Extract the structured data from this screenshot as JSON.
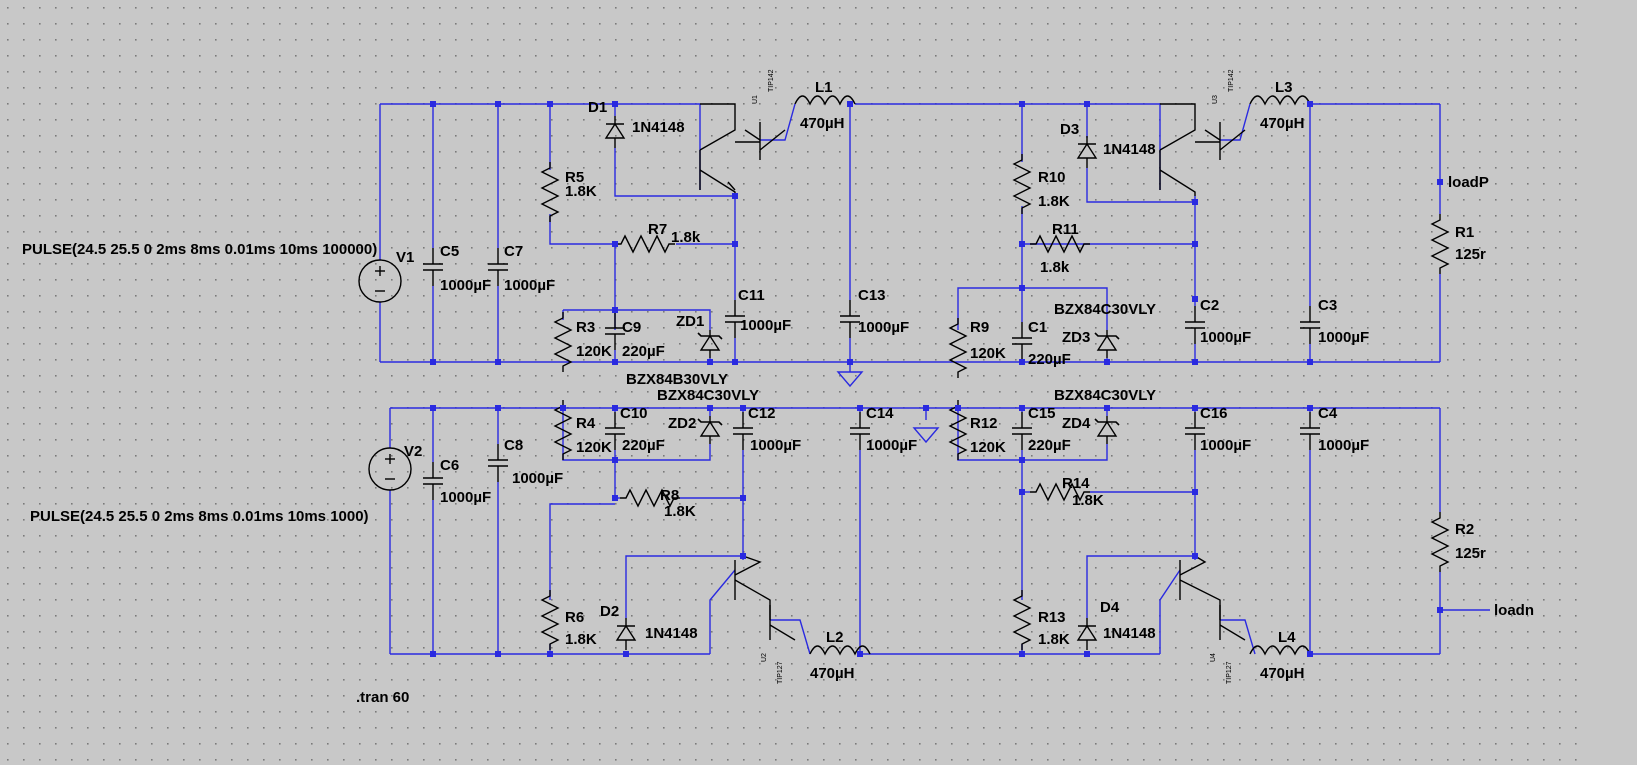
{
  "colors": {
    "background": "#c8c8c8",
    "grid_dot": "#7a7a7a",
    "wire": "#2a2ae0",
    "junction": "#2a2ae0",
    "text": "#000000"
  },
  "sources": {
    "v1": {
      "name": "V1",
      "value": "PULSE(24.5 25.5 0 2ms 8ms 0.01ms 10ms 100000)"
    },
    "v2": {
      "name": "V2",
      "value": "PULSE(24.5 25.5 0 2ms 8ms 0.01ms 10ms 1000)"
    }
  },
  "directive": ".tran 60",
  "labels": {
    "c5": "C5",
    "c5v": "1000µF",
    "c7": "C7",
    "c7v": "1000µF",
    "c6": "C6",
    "c6v": "1000µF",
    "c8": "C8",
    "c8v": "1000µF",
    "d1": "D1",
    "d1v": "1N4148",
    "d2": "D2",
    "d2v": "1N4148",
    "d3": "D3",
    "d3v": "1N4148",
    "d4": "D4",
    "d4v": "1N4148",
    "r5": "R5",
    "r5v": "1.8K",
    "r6": "R6",
    "r6v": "1.8K",
    "r7": "R7",
    "r7v": "1.8k",
    "r8": "R8",
    "r8v": "1.8K",
    "r3": "R3",
    "r3v": "120K",
    "r4": "R4",
    "r4v": "120K",
    "r9": "R9",
    "r9v": "120K",
    "r12": "R12",
    "r12v": "120K",
    "r10": "R10",
    "r10v": "1.8K",
    "r11": "R11",
    "r11v": "1.8k",
    "r13": "R13",
    "r13v": "1.8K",
    "r14": "R14",
    "r14v": "1.8K",
    "r1": "R1",
    "r1v": "125r",
    "r2": "R2",
    "r2v": "125r",
    "c9": "C9",
    "c9v": "220µF",
    "c10": "C10",
    "c10v": "220µF",
    "c1": "C1",
    "c1v": "220µF",
    "c15": "C15",
    "c15v": "220µF",
    "c11": "C11",
    "c11v": "1000µF",
    "c12": "C12",
    "c12v": "1000µF",
    "c13": "C13",
    "c13v": "1000µF",
    "c14": "C14",
    "c14v": "1000µF",
    "c2": "C2",
    "c2v": "1000µF",
    "c16": "C16",
    "c16v": "1000µF",
    "c3": "C3",
    "c3v": "1000µF",
    "c4": "C4",
    "c4v": "1000µF",
    "zd1": "ZD1",
    "zd1v": "BZX84B30VLY",
    "zd2": "ZD2",
    "zd2v": "BZX84C30VLY",
    "zd3": "ZD3",
    "zd3v": "BZX84C30VLY",
    "zd4": "ZD4",
    "zd4v": "BZX84C30VLY",
    "l1": "L1",
    "l1v": "470µH",
    "l2": "L2",
    "l2v": "470µH",
    "l3": "L3",
    "l3v": "470µH",
    "l4": "L4",
    "l4v": "470µH",
    "u1": "U1",
    "u1v": "TIP142",
    "u2": "U2",
    "u2v": "TIP127",
    "u3": "U3",
    "u3v": "TIP142",
    "u4": "U4",
    "u4v": "TIP127",
    "loadP": "loadP",
    "loadn": "loadn"
  }
}
